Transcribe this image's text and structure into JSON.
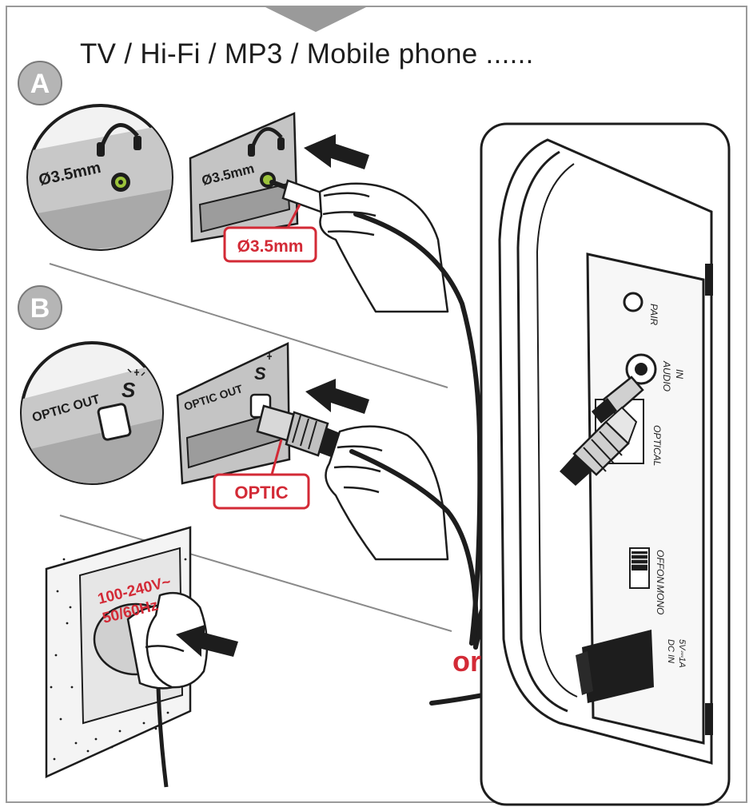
{
  "header": {
    "title": "TV / Hi-Fi / MP3 / Mobile phone ......"
  },
  "sections": [
    {
      "badge": "A",
      "port_size_label": "Ø3.5mm",
      "plug_callout": "Ø3.5mm",
      "icon": "headphones-icon"
    },
    {
      "badge": "B",
      "port_label": "OPTIC OUT",
      "plug_callout": "OPTIC",
      "icon": "optical-s-icon"
    }
  ],
  "power": {
    "voltage_line1": "100-240V~",
    "voltage_line2": "50/60Hz"
  },
  "or_label": "or",
  "device_panel": {
    "pair": "PAIR",
    "audio_in_line1": "AUDIO",
    "audio_in_line2": "IN",
    "optical": "OPTICAL",
    "switch_off": "OFF",
    "switch_on": "ON",
    "switch_mono": "MONO",
    "dc_in_line1": "DC IN",
    "dc_in_line2": "5V⎓1A"
  },
  "colors": {
    "accent_red": "#d32a36",
    "jack_green": "#9bc33b",
    "ink": "#1d1d1d",
    "panel_gray": "#bdbdbd"
  }
}
